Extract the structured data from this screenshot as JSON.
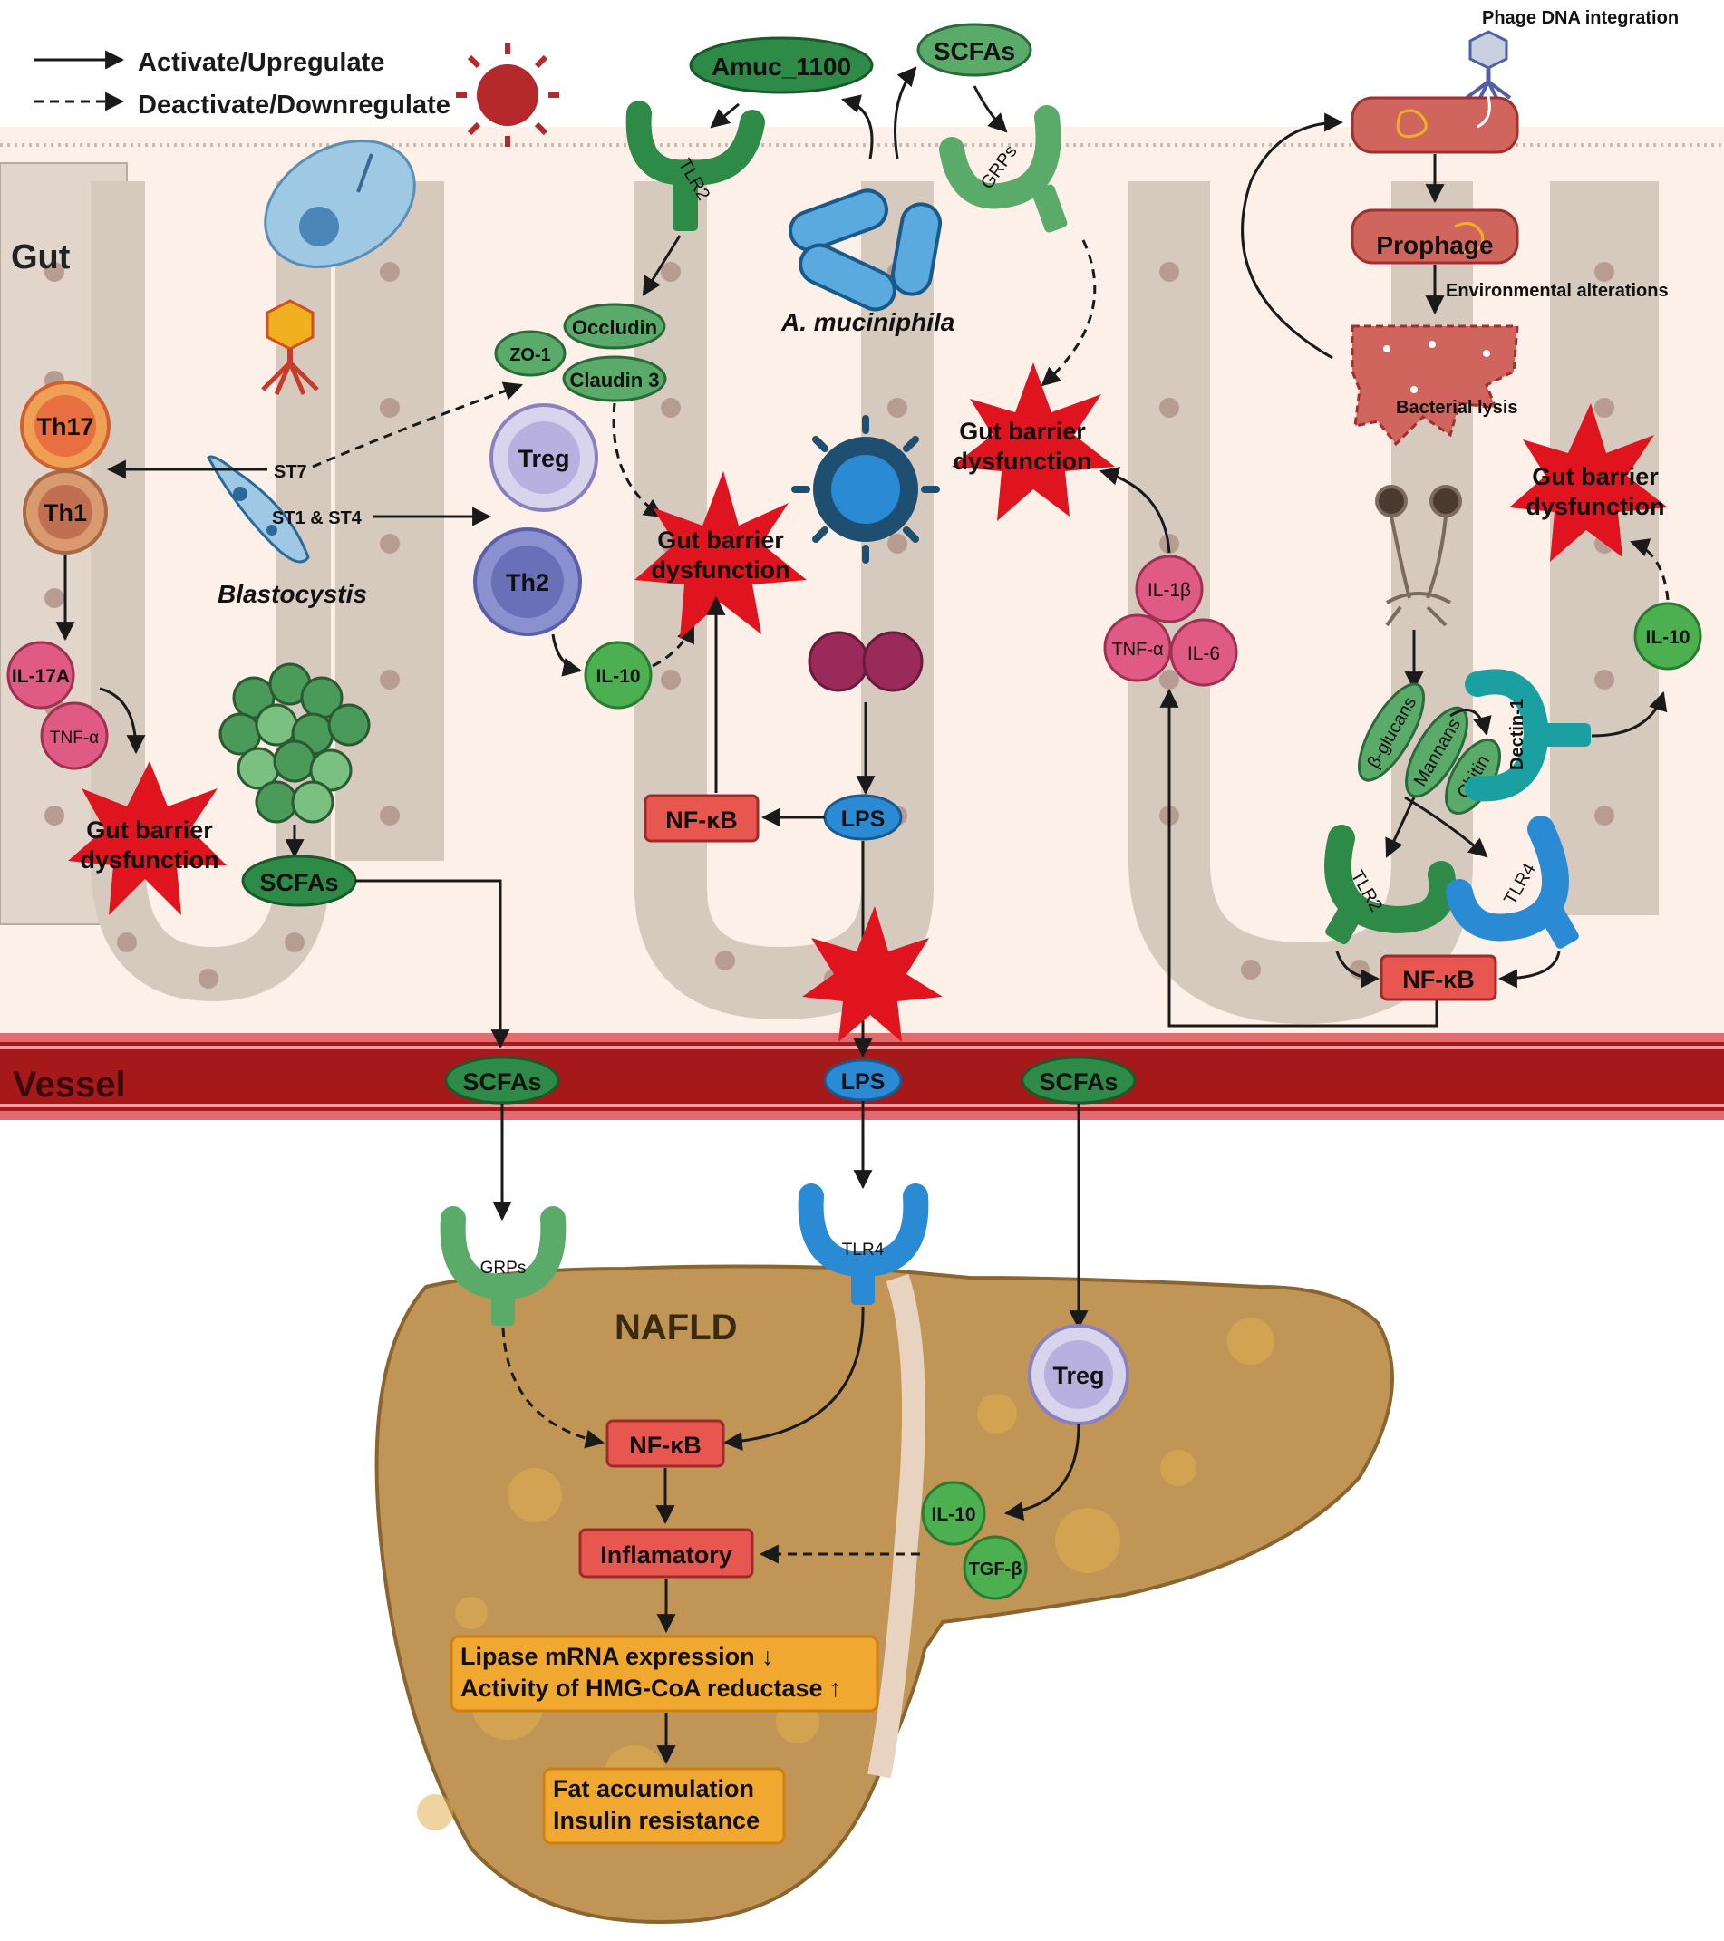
{
  "legend": {
    "activate": "Activate/Upregulate",
    "deactivate": "Deactivate/Downregulate"
  },
  "regions": {
    "gut": "Gut",
    "vessel": "Vessel",
    "liver": "NAFLD"
  },
  "microbes": {
    "akkermansia": "A. muciniphila",
    "blastocystis": "Blastocystis",
    "st7": "ST7",
    "st1_st4": "ST1 & ST4",
    "phage_integration": "Phage DNA integration",
    "prophage": "Prophage",
    "env_alterations": "Environmental alterations",
    "bacterial_lysis": "Bacterial lysis"
  },
  "molecules": {
    "amuc": "Amuc_1100",
    "scfas": "SCFAs",
    "tlr2": "TLR2",
    "tlr4": "TLR4",
    "grps": "GRPs",
    "occludin": "Occludin",
    "zo1": "ZO-1",
    "claudin3": "Claudin 3",
    "treg": "Treg",
    "th2": "Th2",
    "th17": "Th17",
    "th1": "Th1",
    "il10": "IL-10",
    "il17a": "IL-17A",
    "tnfa": "TNF-α",
    "il1b": "IL-1β",
    "il6": "IL-6",
    "nfkb": "NF-κB",
    "lps": "LPS",
    "dectin1": "Dectin-1",
    "bglucans": "β-glucans",
    "mannans": "Mannans",
    "chitin": "Chitin",
    "tgfb": "TGF-β"
  },
  "barrier": {
    "line1": "Gut barrier",
    "line2": "dysfunction"
  },
  "liver_boxes": {
    "inflammatory": "Inflamatory",
    "lipase": "Lipase mRNA expression ↓",
    "hmg": "Activity of HMG-CoA reductase ↑",
    "fat": "Fat accumulation",
    "insulin": "Insulin resistance"
  },
  "colors": {
    "green_dark": "#2e8b47",
    "green_light": "#5aaa6a",
    "blue": "#2a8ad4",
    "red_box": "#e8574f",
    "pink": "#e05a86",
    "orange_box": "#f0a830",
    "liver": "#c09555",
    "vessel": "#a6191b",
    "burst": "#e0141e"
  }
}
